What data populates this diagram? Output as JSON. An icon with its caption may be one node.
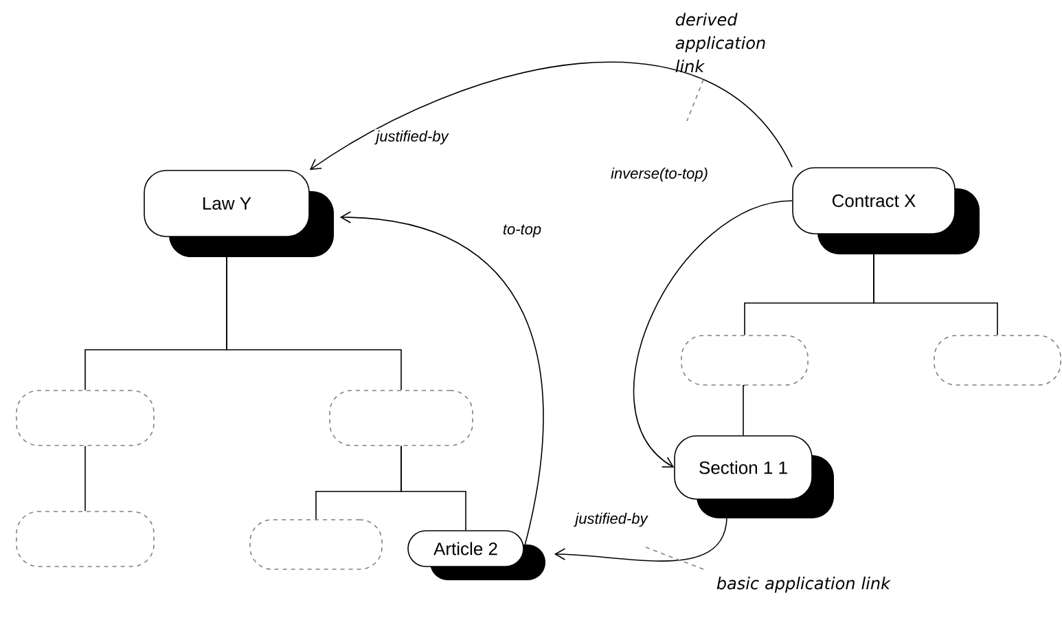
{
  "diagram": {
    "nodes": [
      {
        "text": [
          "Law Y"
        ]
      },
      {
        "text": [
          "Contract X"
        ]
      },
      {
        "text": [],
        "shape": "box"
      },
      {
        "text": [],
        "shape": "box"
      },
      {
        "text": [],
        "shape": "box"
      },
      {
        "text": [],
        "shape": "box"
      },
      {
        "text": [
          "Section 1 1"
        ]
      },
      {
        "text": [],
        "shape": "box"
      },
      {
        "text": [],
        "shape": "box"
      },
      {
        "text": [
          "Article 2"
        ]
      },
      {
        "text": [
          "derived application link"
        ]
      },
      {
        "text": [
          "basic application link"
        ]
      }
    ],
    "edges": [
      {
        "from": 0,
        "to": 2,
        "arrow": "none"
      },
      {
        "from": 0,
        "to": 3,
        "arrow": "none"
      },
      {
        "from": 2,
        "to": 7,
        "arrow": "none"
      },
      {
        "from": 3,
        "to": 8,
        "arrow": "none"
      },
      {
        "from": 3,
        "to": 9,
        "arrow": "none"
      },
      {
        "from": 1,
        "to": 4,
        "arrow": "none"
      },
      {
        "from": 1,
        "to": 5,
        "arrow": "none"
      },
      {
        "from": 4,
        "to": 6,
        "arrow": "none"
      },
      {
        "from": 1,
        "to": 0,
        "arrow": "to",
        "label": "justified-by"
      },
      {
        "from": 9,
        "to": 0,
        "arrow": "to",
        "label": "to-top"
      },
      {
        "from": 1,
        "to": 6,
        "arrow": "to",
        "label": "inverse(to-top)"
      },
      {
        "from": 6,
        "to": 9,
        "arrow": "to",
        "label": "justified-by"
      },
      {
        "from": 10,
        "to": null,
        "arrow": "none",
        "style": "dashed",
        "color": "#808080"
      },
      {
        "from": 11,
        "to": null,
        "arrow": "none",
        "style": "dashed",
        "color": "#808080"
      }
    ]
  }
}
